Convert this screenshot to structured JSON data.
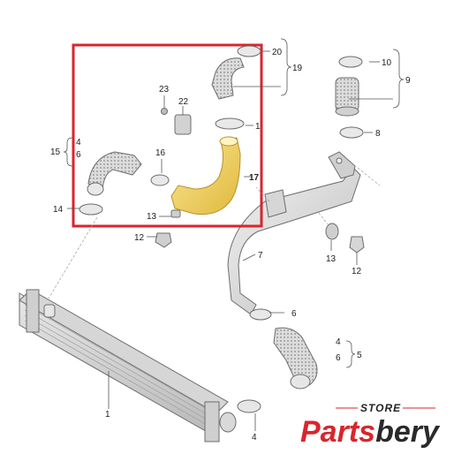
{
  "labels": {
    "l1": "1",
    "l4a": "4",
    "l4b": "4",
    "l4c": "4",
    "l5": "5",
    "l6a": "6",
    "l6b": "6",
    "l6c": "6",
    "l7": "7",
    "l8": "8",
    "l9": "9",
    "l10": "10",
    "l12a": "12",
    "l12b": "12",
    "l13a": "13",
    "l13b": "13",
    "l14": "14",
    "l15": "15",
    "l16": "16",
    "l17": "17",
    "l19": "19",
    "l20": "20",
    "l1b": "1",
    "l22": "22",
    "l23": "23"
  },
  "watermark": {
    "store": "STORE",
    "brand_part1": "Parts",
    "brand_part2": "bery"
  },
  "colors": {
    "highlight_box": "#d8262e",
    "highlight_part": "#f3d668",
    "brand_red": "#d8262e",
    "brand_dark": "#2a2a2a"
  }
}
